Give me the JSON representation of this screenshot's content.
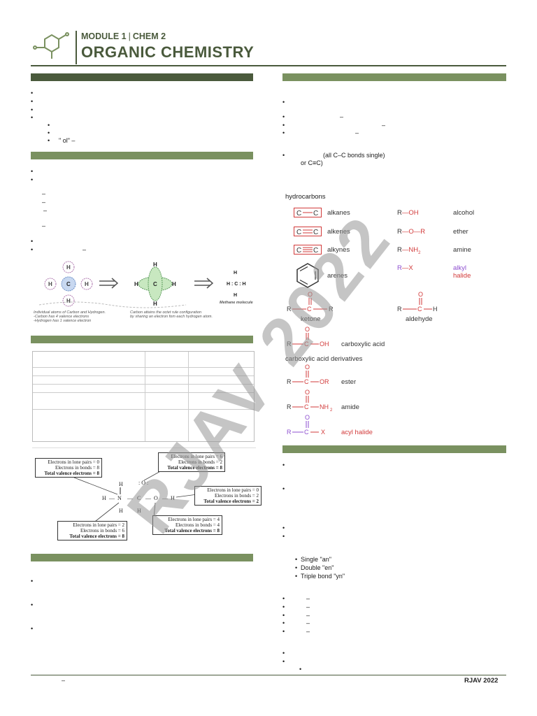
{
  "header": {
    "module": "MODULE 1",
    "chem": "CHEM 2",
    "title": "ORGANIC CHEMISTRY"
  },
  "left": {
    "ol_line": "\" ol\" –",
    "methane_caption_1": "Individual atoms of Carbon and Hydrogen.",
    "methane_caption_2": "-Carbon has 4 valence electrons",
    "methane_caption_3": "-Hydrogen has 1 valence electron",
    "methane_caption_4": "Carbon attains the octet rule configuration",
    "methane_caption_5": "by sharing an electron fom each hydrogen atom.",
    "methane_caption_6": "Methane molecule",
    "callouts": {
      "c1": [
        "Electrons in lone pairs = 0",
        "Electrons in bonds = 8",
        "Total valence electrons = 8"
      ],
      "c2": [
        "Electrons in lone pairs = 6",
        "Electrons in bonds = 2",
        "Total valence electrons = 8"
      ],
      "c3": [
        "Electrons in lone pairs = 0",
        "Electrons in bonds = 2",
        "Total valence electrons = 2"
      ],
      "c4": [
        "Electrons in lone pairs = 2",
        "Electrons in bonds = 6",
        "Total valence electrons = 8"
      ],
      "c5": [
        "Electrons in lone pairs = 4",
        "Electrons in bonds = 4",
        "Total valence electrons = 8"
      ]
    }
  },
  "right": {
    "alkane_note_1": "(all C–C bonds single)",
    "alkane_note_2": "or C≡C)",
    "hydrocarbons": "hydrocarbons",
    "alkanes": "alkanes",
    "alkenes": "alkenes",
    "alkynes": "alkynes",
    "arenes": "arenes",
    "alcohol": "alcohol",
    "ether": "ether",
    "amine": "amine",
    "alkyl_halide_1": "alkyl",
    "alkyl_halide_2": "halide",
    "ketone": "ketone",
    "aldehyde": "aldehyde",
    "carboxylic_acid": "carboxylic acid",
    "cad": "carboxylic acid derivatives",
    "ester": "ester",
    "amide": "amide",
    "acyl_halide": "acyl halide",
    "single": "Single \"an\"",
    "double": "Double \"en\"",
    "triple": "Triple bond \"yn\""
  },
  "footer": {
    "dash": "–",
    "brand": "RJAV 2022"
  },
  "watermark": "RJAV 2022"
}
